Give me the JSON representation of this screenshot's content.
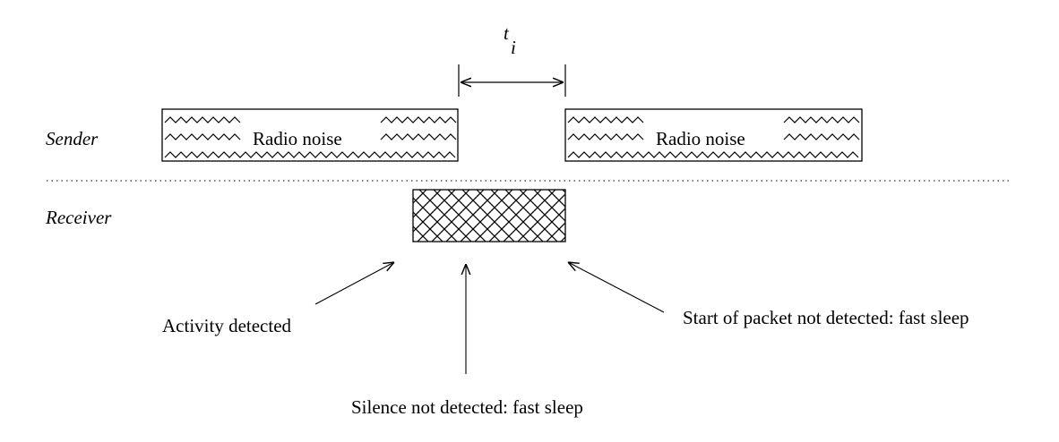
{
  "diagram": {
    "interval_symbol": {
      "main": "t",
      "subscript": "i"
    },
    "rows": {
      "sender": "Sender",
      "receiver": "Receiver"
    },
    "sender_blocks": [
      {
        "label": "Radio noise"
      },
      {
        "label": "Radio noise"
      }
    ],
    "annotations": {
      "activity": "Activity detected",
      "silence": "Silence not detected: fast sleep",
      "start_packet": "Start of packet not detected: fast sleep"
    }
  }
}
